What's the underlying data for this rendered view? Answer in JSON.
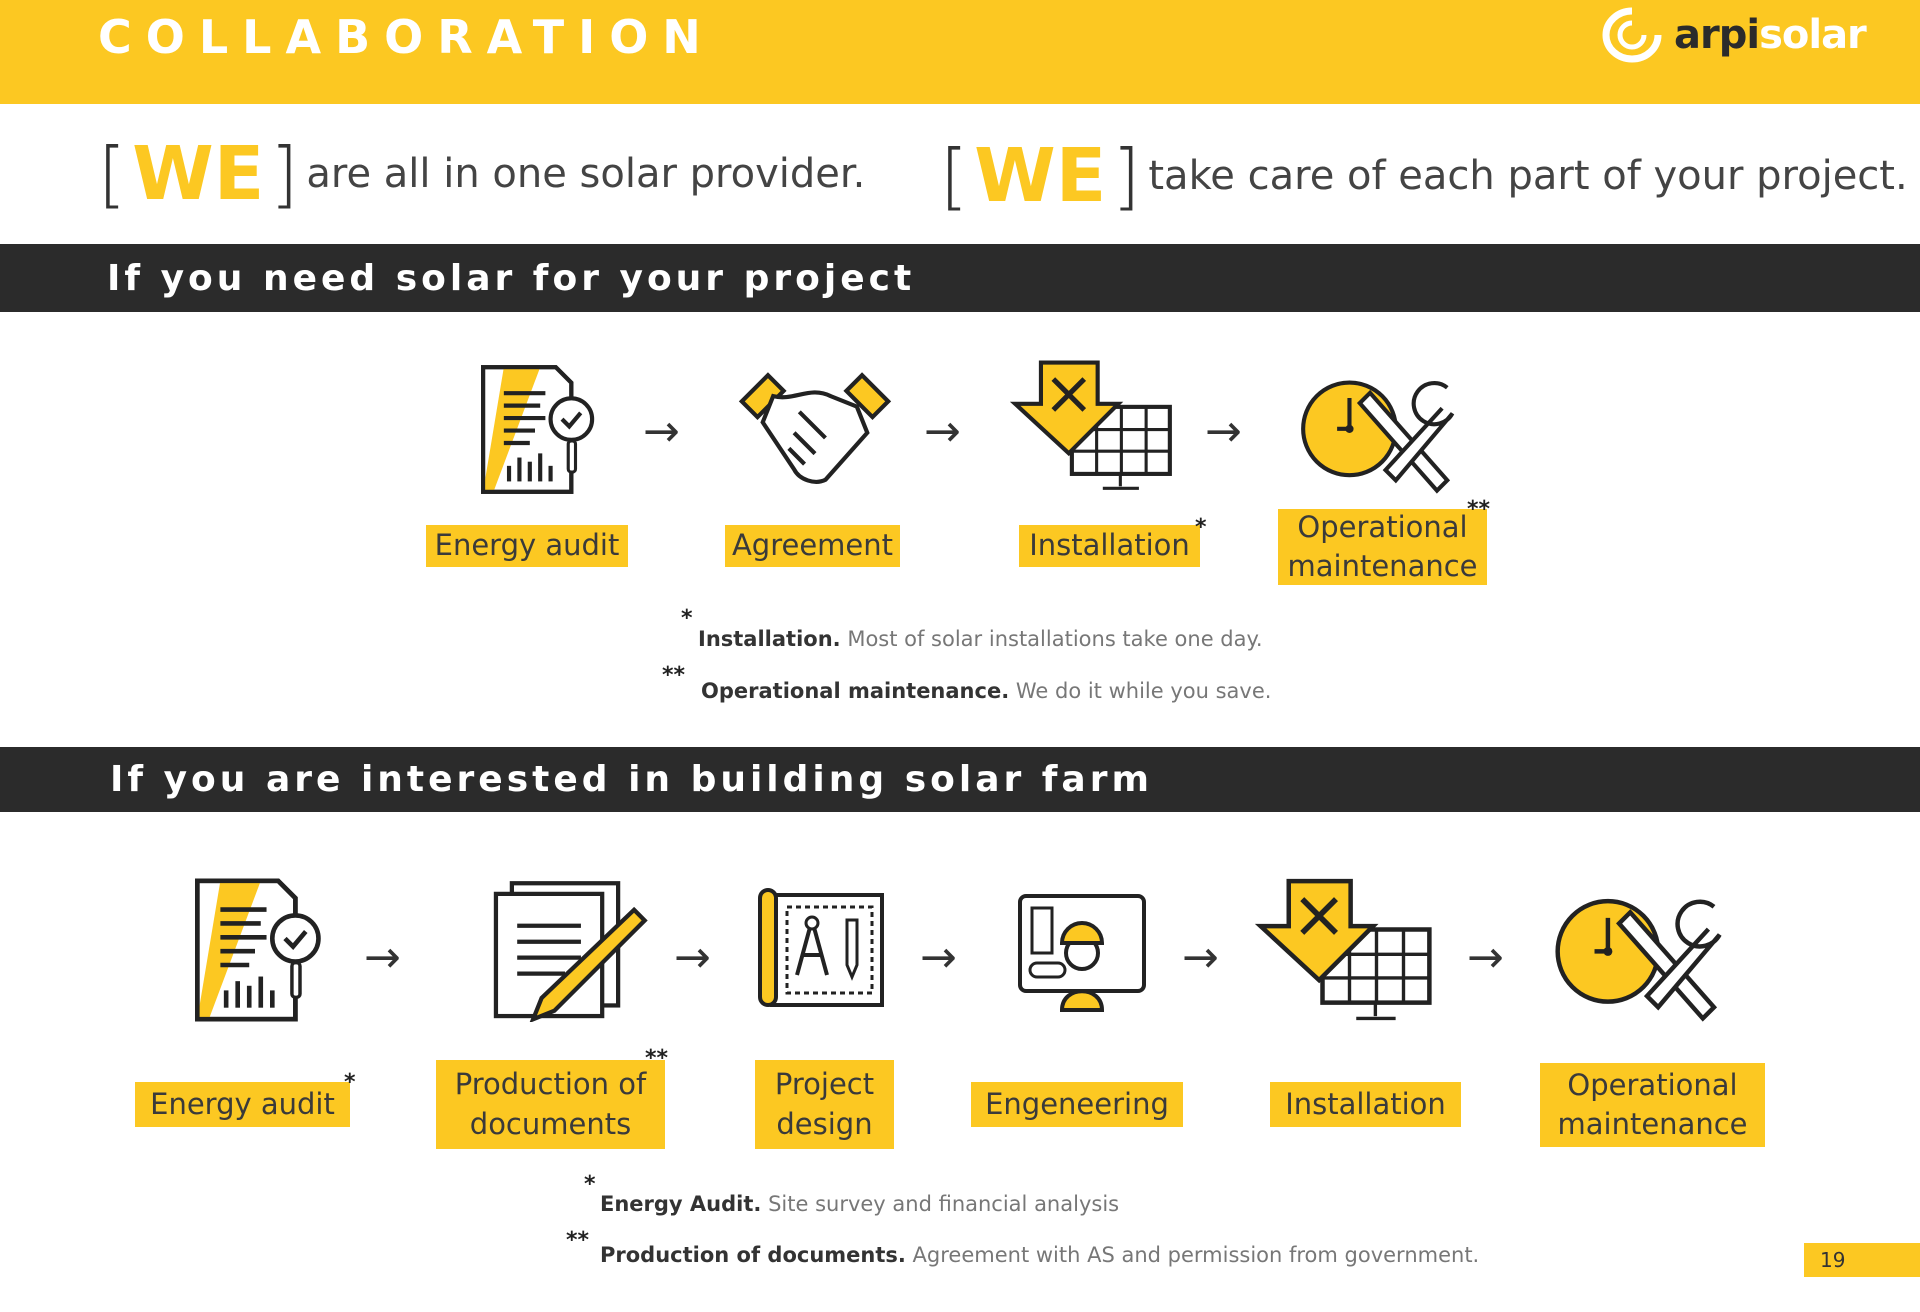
{
  "header": {
    "title": "COLLABORATION",
    "logo_dark": "arpi",
    "logo_light": "solar"
  },
  "taglines": [
    {
      "we": "WE",
      "text": "are all in one solar provider."
    },
    {
      "we": "WE",
      "text": "take care of each part of your project."
    }
  ],
  "section1": {
    "title": "If you need solar for your project",
    "steps": [
      "Energy audit",
      "Agreement",
      "Installation",
      "Operational maintenance"
    ],
    "marks": [
      "*",
      "**"
    ],
    "footnotes": [
      {
        "mark": "*",
        "bold": "Installation.",
        "text": "Most of solar installations take one day."
      },
      {
        "mark": "**",
        "bold": "Operational maintenance.",
        "text": "We do it while you save."
      }
    ]
  },
  "section2": {
    "title": "If you are interested in building solar farm",
    "steps": [
      "Energy audit",
      "Production of documents",
      "Project design",
      "Engeneering",
      "Installation",
      "Operational maintenance"
    ],
    "marks": [
      "*",
      "**"
    ],
    "footnotes": [
      {
        "mark": "*",
        "bold": "Energy Audit.",
        "text": "Site survey and financial analysis"
      },
      {
        "mark": "**",
        "bold": "Production of documents.",
        "text": "Agreement with AS and permission from government."
      }
    ]
  },
  "arrow": "→",
  "page_number": "19",
  "colors": {
    "accent": "#fcc822",
    "dark": "#2b2b2b"
  }
}
